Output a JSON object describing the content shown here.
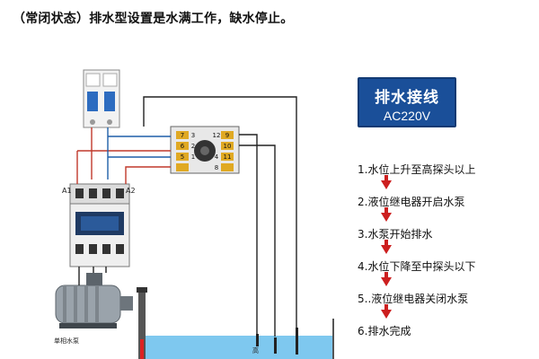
{
  "caption": "（常闭状态）排水型设置是水满工作，缺水停止。",
  "panel": {
    "title": "排水接线",
    "subtitle": "AC220V"
  },
  "steps": [
    "1.水位上升至高探头以上",
    "2.液位继电器开启水泵",
    "3.水泵开始排水",
    "4.水位下降至中探头以下",
    "5..液位继电器关闭水泵",
    "6.排水完成"
  ],
  "labels": {
    "contactor_a1": "A1",
    "contactor_a2": "A2",
    "pump": "单相水泵",
    "probe_high": "高"
  },
  "relay_terminals": {
    "left_top": [
      "7",
      "6",
      "5"
    ],
    "left_bottom": [
      "3",
      "2",
      "1"
    ],
    "right_top": [
      "9",
      "10",
      "11"
    ],
    "right_bottom": [
      "4",
      "8",
      "12"
    ]
  },
  "colors": {
    "panel_blue": "#1a4f99",
    "arrow_red": "#cc1f1f",
    "water": "#7ec8ef",
    "wire_red": "#c0392b",
    "wire_blue": "#1f5fa8",
    "wire_black": "#222222"
  }
}
